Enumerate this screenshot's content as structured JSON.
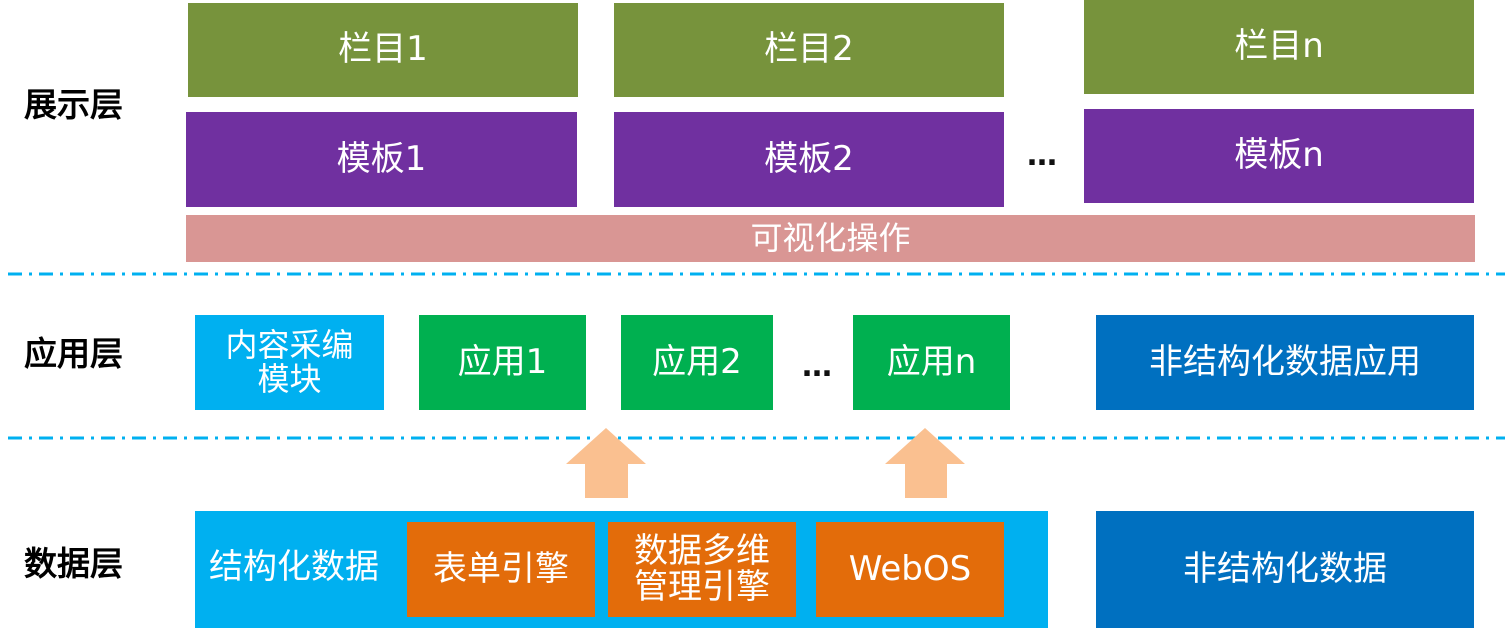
{
  "layers": {
    "presentation": "展示层",
    "application": "应用层",
    "data": "数据层"
  },
  "presentation": {
    "columns": [
      "栏目1",
      "栏目2",
      "栏目n"
    ],
    "templates": [
      "模板1",
      "模板2",
      "模板n"
    ],
    "ellipsis": "…",
    "visual_ops": "可视化操作"
  },
  "application": {
    "content_module_line1": "内容采编",
    "content_module_line2": "模块",
    "apps": [
      "应用1",
      "应用2",
      "应用n"
    ],
    "ellipsis": "…",
    "unstructured_app": "非结构化数据应用"
  },
  "data": {
    "structured": "结构化数据",
    "form_engine": "表单引擎",
    "multidim_line1": "数据多维",
    "multidim_line2": "管理引擎",
    "webos": "WebOS",
    "unstructured": "非结构化数据"
  },
  "colors": {
    "column": "#77933c",
    "template": "#7030a0",
    "visual_ops": "#d99694",
    "content_module": "#00b0f0",
    "app": "#00b050",
    "unstructured": "#0070c0",
    "structured": "#00b0f0",
    "engine": "#e36c0a",
    "arrow": "#fac090",
    "divider": "#00b0f0"
  }
}
